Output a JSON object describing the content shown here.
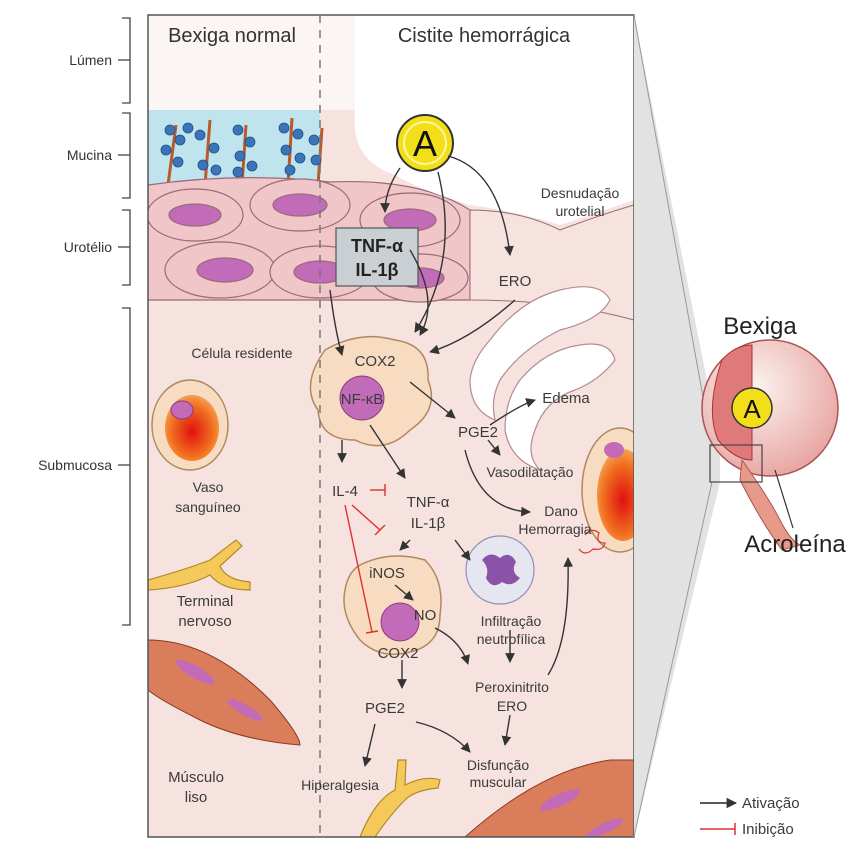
{
  "header": {
    "left_title": "Bexiga normal",
    "right_title": "Cistite hemorrágica"
  },
  "layers": {
    "lumen": "Lúmen",
    "mucin": "Mucina",
    "urothelium": "Urotélio",
    "submucosa": "Submucosa"
  },
  "normal_side": {
    "blood_vessel": "Vaso sanguíneo",
    "nerve_terminal": "Terminal nervoso",
    "smooth_muscle": "Músculo liso"
  },
  "acrolein_symbol": "A",
  "pathway": {
    "urothelial_denudation": "Desnudação urotelial",
    "tnf_alpha_box": "TNF-α",
    "il1_beta_box": "IL-1β",
    "ero_top": "ERO",
    "resident_cell": "Célula residente",
    "cox2_top": "COX2",
    "nfkb": "NF-κB",
    "pge2_top": "PGE2",
    "edema": "Edema",
    "vasodilation": "Vasodilatação",
    "il4": "IL-4",
    "tnf_alpha_mid": "TNF-α",
    "il1_beta_mid": "IL-1β",
    "damage": "Dano",
    "hemorrhage": "Hemorragia",
    "inos": "iNOS",
    "no": "NO",
    "cox2_bottom": "COX2",
    "neutrophil_line1": "Infiltração",
    "neutrophil_line2": "neutrofílica",
    "peroxynitrite": "Peroxinitrito",
    "ero_bottom": "ERO",
    "pge2_bottom": "PGE2",
    "hyperalgesia": "Hiperalgesia",
    "dysfunction_line1": "Disfunção",
    "dysfunction_line2": "muscular"
  },
  "bladder": {
    "title": "Bexiga",
    "acrolein": "Acroleína"
  },
  "legend": {
    "activation": "Ativação",
    "inhibition": "Inibição"
  },
  "colors": {
    "tissue": "#f6e3df",
    "cell": "#f0c6c8",
    "nucleus": "#c26bb8",
    "mucin": "#3c74b8",
    "activation": "#333333",
    "inhibition": "#e03030",
    "acrolein": "#f2df1a"
  }
}
